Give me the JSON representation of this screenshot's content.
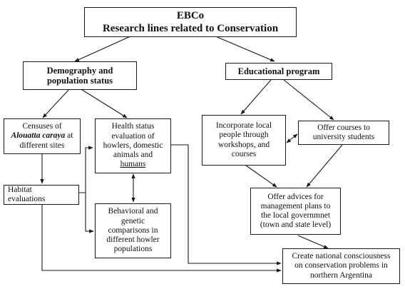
{
  "root": {
    "line1": "EBCo",
    "line2": "Research lines related to Conservation"
  },
  "demography": {
    "line1": "Demography and",
    "line2": "population status"
  },
  "education": {
    "label": "Educational program"
  },
  "censuses": {
    "line1": "Censuses of",
    "line2a": "Alouatta caraya",
    "line2b": " at",
    "line3": "different sites"
  },
  "habitat": {
    "line1": "Habitat",
    "line2": "evaluations"
  },
  "health": {
    "line1": "Health status",
    "line2": "evaluation of",
    "line3": "howlers, domestic",
    "line4": "animals and",
    "line5": "humans"
  },
  "behavioral": {
    "line1": "Behavioral and",
    "line2": "genetic",
    "line3": "comparisons in",
    "line4": "different howler",
    "line5": "populations"
  },
  "incorporate": {
    "line1": "Incorporate local",
    "line2": "people through",
    "line3": "workshops, and",
    "line4": "courses"
  },
  "offer_courses": {
    "line1": "Offer courses to",
    "line2": "university students"
  },
  "offer_advices": {
    "line1": "Offer advices for",
    "line2": "management plans to",
    "line3": "the local governmnet",
    "line4": "(town and state level)"
  },
  "consciousness": {
    "line1": "Create national consciousness",
    "line2": "on conservation problems in",
    "line3": "northern Argentina"
  },
  "colors": {
    "line": "#1a1a1a",
    "box_border": "#1a1a1a",
    "text": "#111111"
  }
}
